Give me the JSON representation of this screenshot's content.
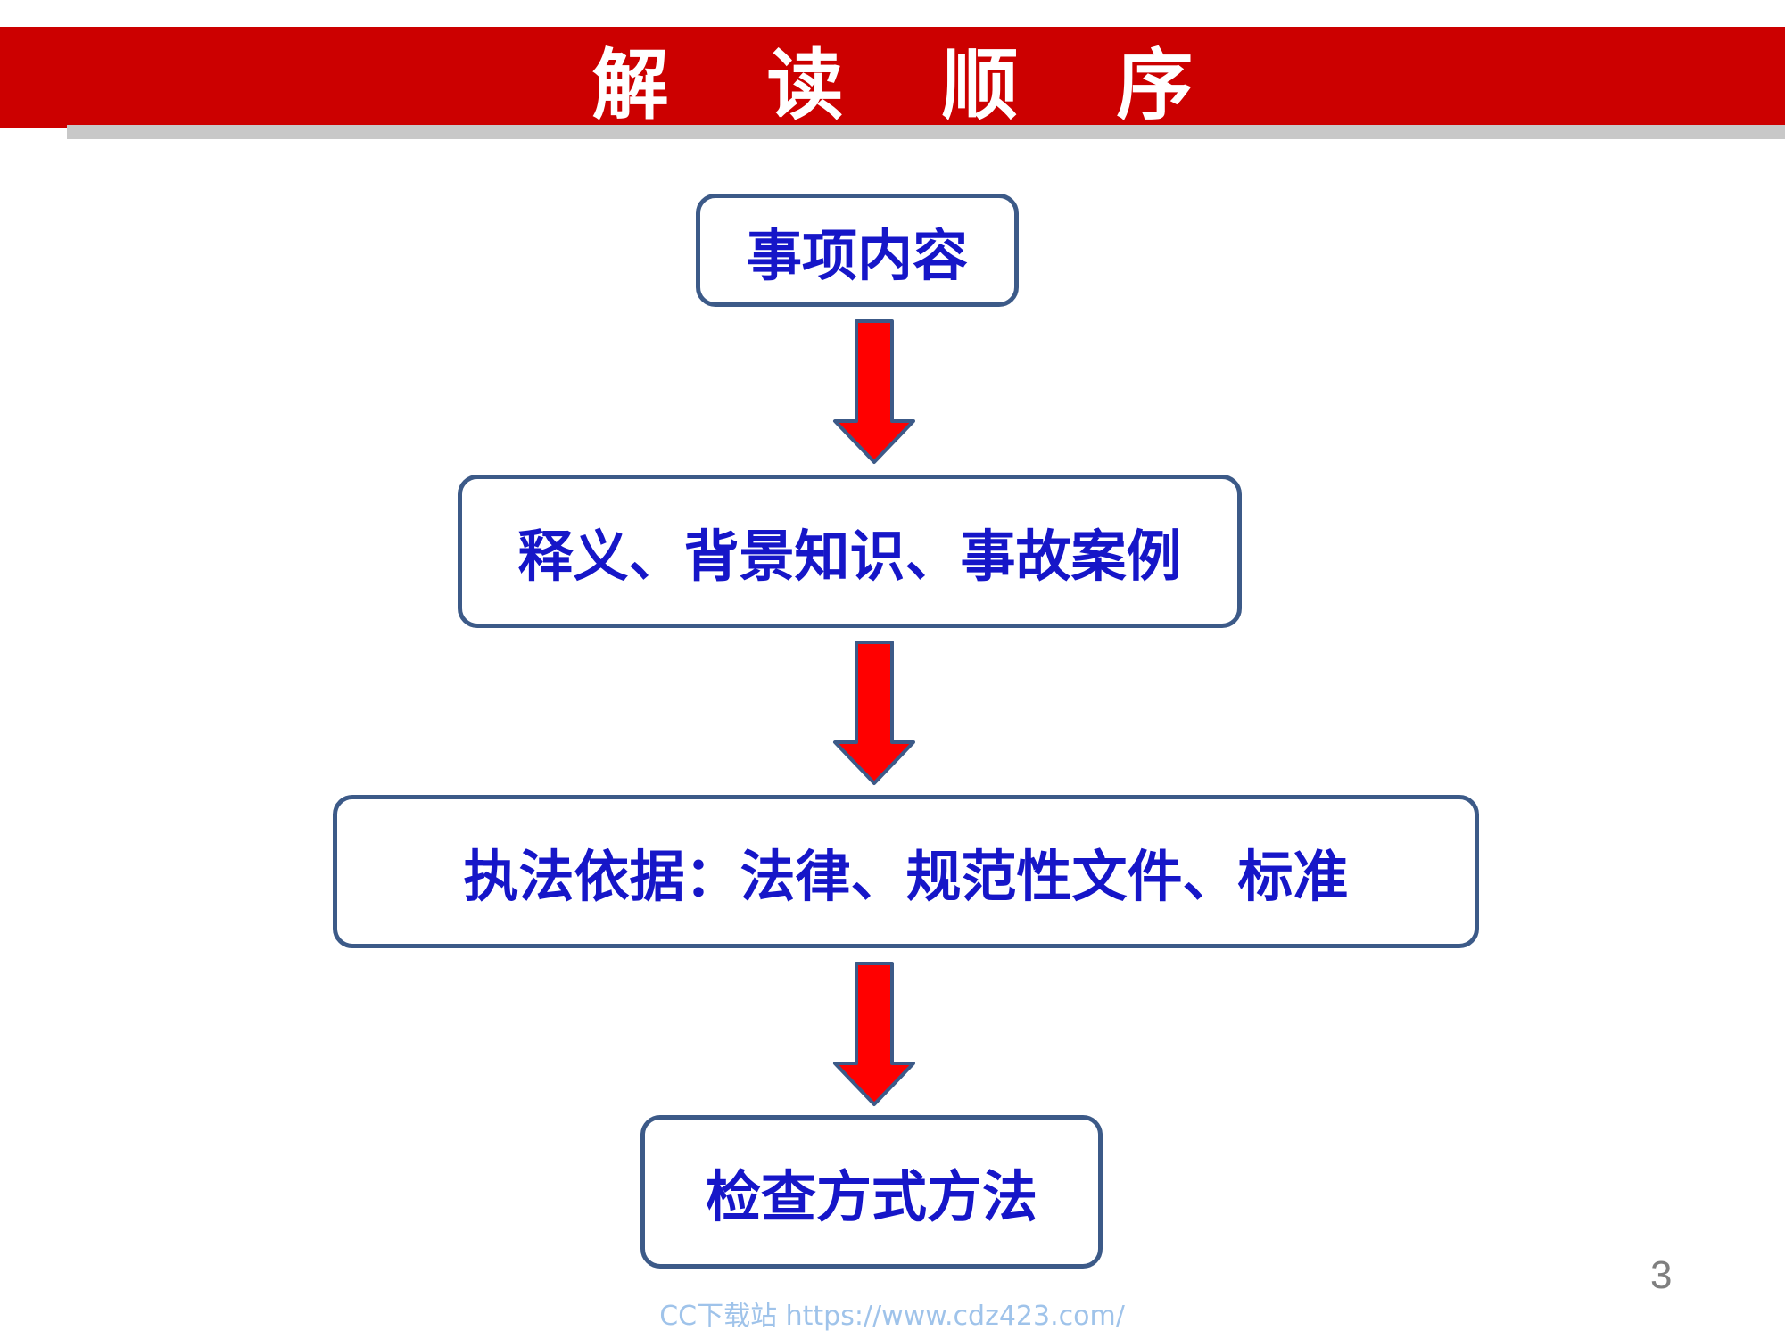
{
  "header": {
    "title": "解 读 顺 序"
  },
  "flow": {
    "steps": [
      {
        "label": "事项内容"
      },
      {
        "label": "释义、背景知识、事故案例"
      },
      {
        "label": "执法依据：法律、规范性文件、标准"
      },
      {
        "label": "检查方式方法"
      }
    ]
  },
  "footer": {
    "page_number": "3",
    "watermark": "CC下载站 https://www.cdz423.com/"
  },
  "colors": {
    "header_red": "#cc0000",
    "box_border": "#3c5a88",
    "step_text": "#1616c8",
    "arrow_fill": "#ff0000"
  }
}
